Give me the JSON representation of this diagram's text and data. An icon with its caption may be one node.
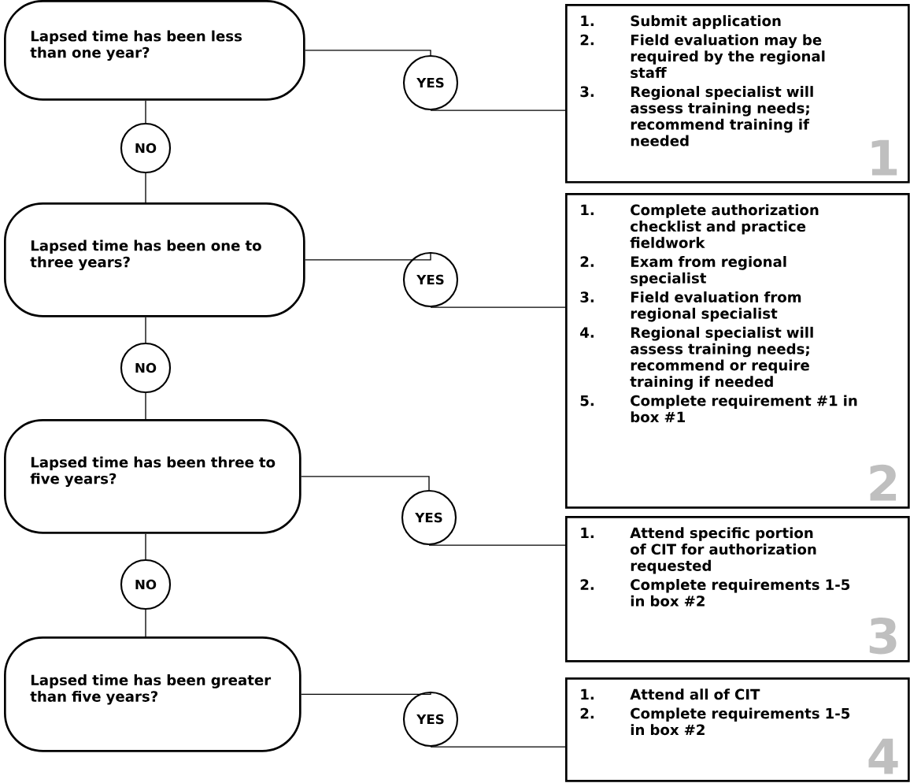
{
  "diagram": {
    "nodes": [
      {
        "text": [
          "Lapsed time has been less than one year?"
        ]
      },
      {
        "text": [
          "YES"
        ]
      },
      {
        "text": [
          "1.",
          "Submit application",
          "2.",
          "Field evaluation may be required by the regional staff",
          "3.",
          "Regional specialist will assess training needs; recommend training if needed",
          "1"
        ]
      },
      {
        "text": [
          "NO"
        ]
      },
      {
        "text": [
          "Lapsed time has been one to three years?"
        ]
      },
      {
        "text": [
          "YES"
        ]
      },
      {
        "text": [
          "1.",
          "Complete authorization checklist and practice fieldwork",
          "2.",
          "Exam from regional specialist",
          "3.",
          "Field evaluation from regional specialist",
          "4.",
          "Regional specialist will assess training needs; recommend or require training if needed",
          "5.",
          "Complete requirement #1 in box #1",
          "2"
        ]
      },
      {
        "text": [
          "NO"
        ]
      },
      {
        "text": [
          "Lapsed time has been three to five years?"
        ]
      },
      {
        "text": [
          "YES"
        ]
      },
      {
        "text": [
          "1.",
          "Attend specific portion of CIT for authorization requested",
          "2.",
          "Complete requirements 1-5 in box #2",
          "3"
        ]
      },
      {
        "text": [
          "NO"
        ]
      },
      {
        "text": [
          "Lapsed time has been greater than five years?"
        ]
      },
      {
        "text": [
          "YES"
        ]
      },
      {
        "text": [
          "1.",
          "Attend all of CIT",
          "2.",
          "Complete requirements 1-5 in box #2",
          "4"
        ]
      }
    ],
    "edges": [
      {
        "from": 0,
        "to": 3,
        "arrow": "none"
      },
      {
        "from": 3,
        "to": 4,
        "arrow": "none"
      },
      {
        "from": 4,
        "to": 7,
        "arrow": "none"
      },
      {
        "from": 7,
        "to": 8,
        "arrow": "none"
      },
      {
        "from": 8,
        "to": 11,
        "arrow": "none"
      },
      {
        "from": 11,
        "to": 12,
        "arrow": "none"
      },
      {
        "from": 0,
        "to": 1,
        "arrow": "none"
      },
      {
        "from": 1,
        "to": 2,
        "arrow": "none"
      },
      {
        "from": 4,
        "to": 5,
        "arrow": "none"
      },
      {
        "from": 5,
        "to": 6,
        "arrow": "none"
      },
      {
        "from": 8,
        "to": 9,
        "arrow": "none"
      },
      {
        "from": 9,
        "to": 10,
        "arrow": "none"
      },
      {
        "from": 12,
        "to": 13,
        "arrow": "none"
      },
      {
        "from": 13,
        "to": 14,
        "arrow": "none"
      }
    ]
  }
}
